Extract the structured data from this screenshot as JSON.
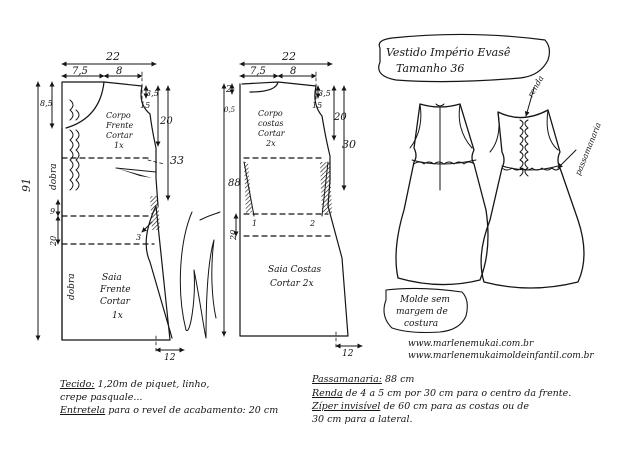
{
  "title": {
    "line1": "Vestido Império Evasê",
    "line2": "Tamanho 36"
  },
  "front_piece": {
    "top_width": "22",
    "neck_width": "7,5",
    "shoulder_width": "8",
    "shoulder_drop": "3,5",
    "neck_depth": "8,5",
    "neck_curve": "15",
    "bodice_height": "20",
    "armhole_depth": "33",
    "total_length": "91",
    "skirt_height": "20",
    "waist_offset": "9",
    "side_mark": "3",
    "hem_width": "12",
    "fold_label": "dobra",
    "bodice_label": [
      "Corpo",
      "Frente",
      "Cortar",
      "1x"
    ],
    "skirt_label": [
      "Saia",
      "Frente",
      "Cortar",
      "1x"
    ]
  },
  "back_piece": {
    "top_width": "22",
    "neck_width": "7,5",
    "shoulder_width": "8",
    "neck_depth": "2",
    "small_mark": "0,5",
    "shoulder_drop": "3,5",
    "neck_curve": "15",
    "bodice_height": "20",
    "armhole_depth": "30",
    "total_length": "88",
    "skirt_height": "20",
    "mark_1": "1",
    "mark_2": "2",
    "hem_width": "12",
    "bodice_label": [
      "Corpo",
      "costas",
      "Cortar",
      "2x"
    ],
    "skirt_label": [
      "Saia Costas",
      "Cortar 2x"
    ]
  },
  "sketch_labels": {
    "renda": "renda",
    "passamanaria": "passamanaria"
  },
  "mold_note": [
    "Molde sem",
    "margem de",
    "costura"
  ],
  "websites": [
    "www.marlenemukai.com.br",
    "www.marlenemukaimoldeinfantil.com.br"
  ],
  "materials": {
    "tecido_label": "Tecido:",
    "tecido_text": "1,20m de piquet, linho,",
    "tecido_text2": "crepe pasquale...",
    "entretela_label": "Entretela",
    "entretela_text": "para o revel de acabamento: 20 cm"
  },
  "notions": {
    "passamanaria_label": "Passamanaria:",
    "passamanaria_text": "88 cm",
    "renda_label": "Renda",
    "renda_text": "de 4 a 5 cm por 30 cm para o centro da frente.",
    "ziper_label": "Zíper invisível",
    "ziper_text": "de 60 cm para as costas ou de",
    "ziper_text2": "30 cm para a lateral."
  },
  "colors": {
    "ink": "#151515",
    "paper": "#ffffff"
  }
}
